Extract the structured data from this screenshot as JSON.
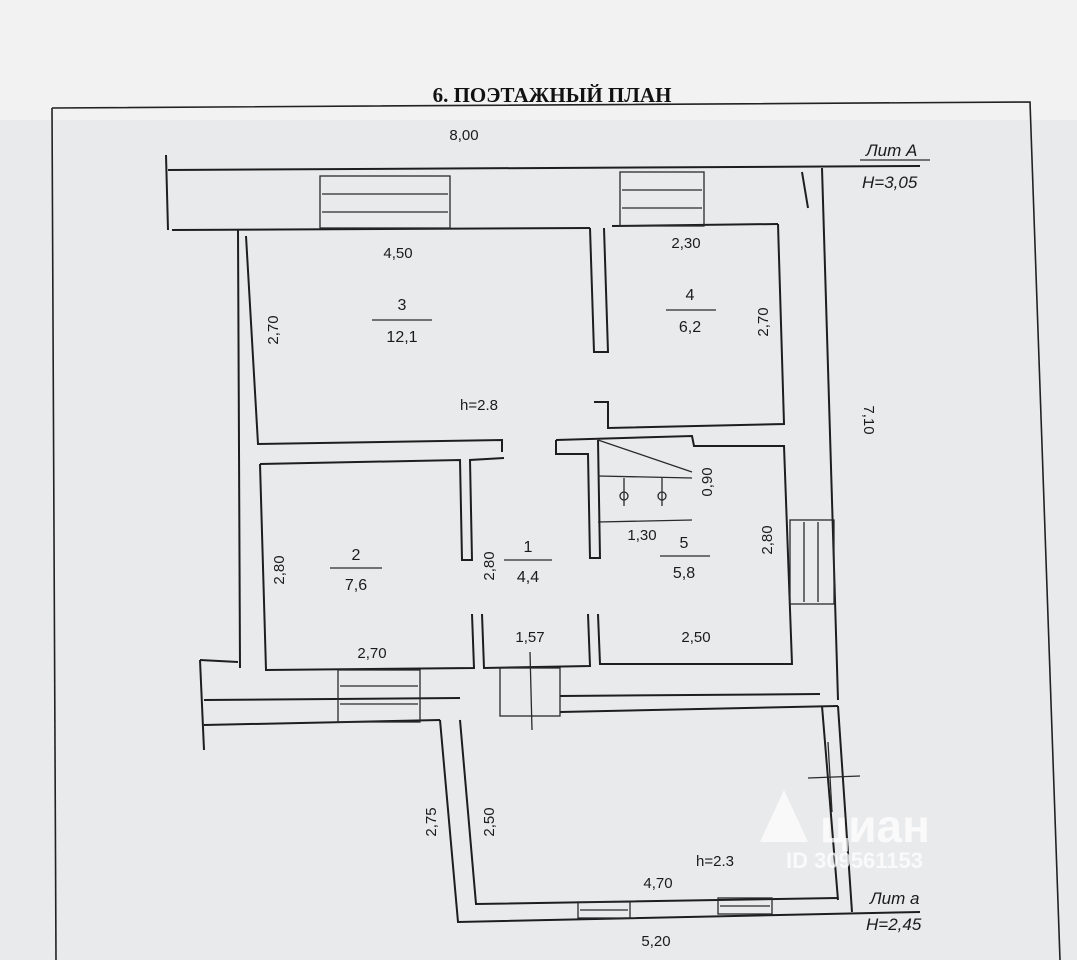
{
  "title": "6. ПОЭТАЖНЫЙ ПЛАН",
  "lit_A": {
    "name": "Лит А",
    "height": "H=3,05",
    "inner_height": "h=2.8"
  },
  "lit_a": {
    "name": "Лит а",
    "height": "H=2,45",
    "inner_height": "h=2.3"
  },
  "rooms": [
    {
      "number": "1",
      "area": "4,4"
    },
    {
      "number": "2",
      "area": "7,6"
    },
    {
      "number": "3",
      "area": "12,1"
    },
    {
      "number": "4",
      "area": "6,2"
    },
    {
      "number": "5",
      "area": "5,8"
    }
  ],
  "dimensions": {
    "overall_width": "8,00",
    "depth_A": "7,10",
    "room3_width": "4,50",
    "room3_height": "2,70",
    "room4_width": "2,30",
    "room4_height": "2,70",
    "room2_height": "2,80",
    "room2_width": "2,70",
    "room1_height": "2,80",
    "room1_width": "1,57",
    "room5_height": "2,80",
    "room5_width": "2,50",
    "stair_width": "1,30",
    "stair_depth": "0,90",
    "veranda_outer_height": "2,75",
    "veranda_inner_height": "2,50",
    "veranda_inner_width": "4,70",
    "veranda_outer_width": "5,20"
  },
  "watermark": {
    "brand": "циан",
    "id": "ID 309561153"
  }
}
